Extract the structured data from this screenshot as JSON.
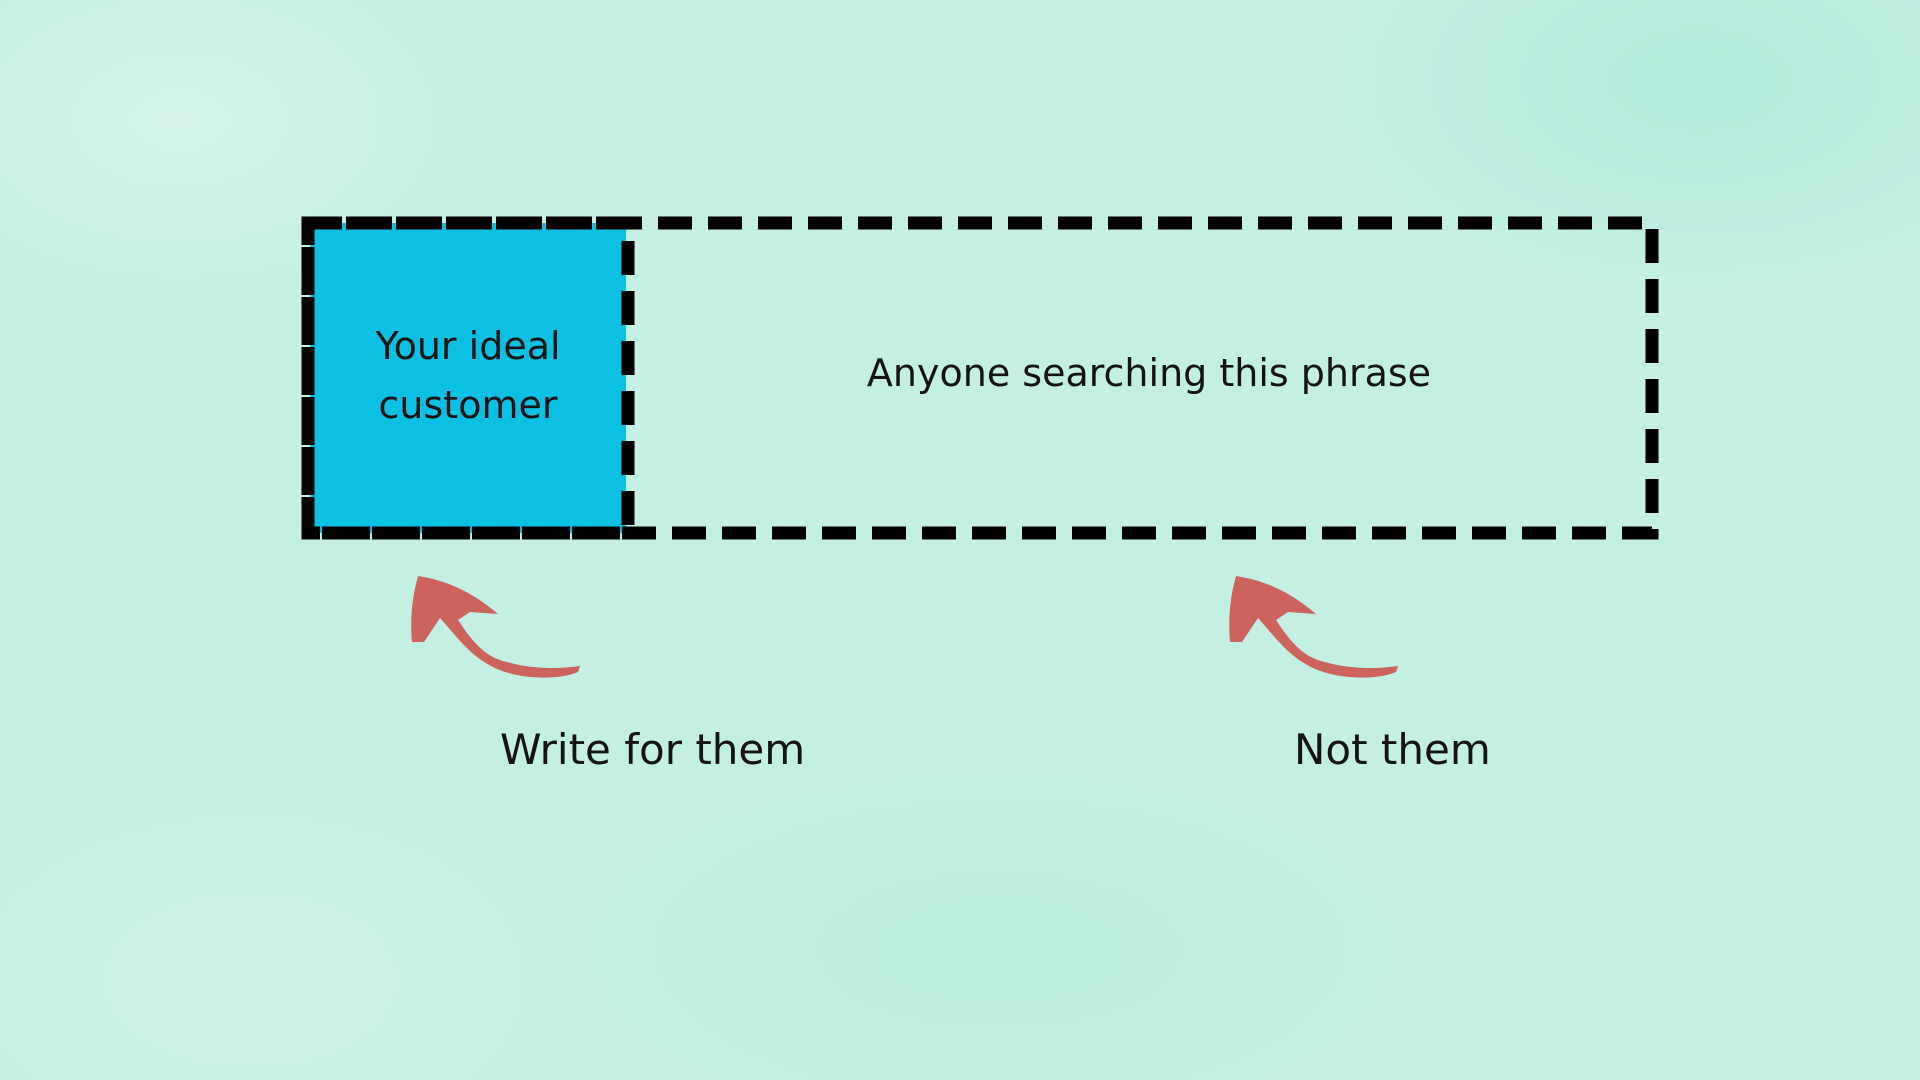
{
  "diagram": {
    "ideal_customer_label": "Your ideal customer",
    "search_audience_label": "Anyone searching this phrase",
    "caption_left": "Write for them",
    "caption_right": "Not them"
  },
  "colors": {
    "background": "#c3f0e3",
    "ideal_fill": "#0bc0e3",
    "dash_stroke": "#000000",
    "arrow": "#cc635d",
    "text": "#141414"
  },
  "icons": {
    "arrow_left": "curved-arrow-icon",
    "arrow_right": "curved-arrow-icon"
  }
}
